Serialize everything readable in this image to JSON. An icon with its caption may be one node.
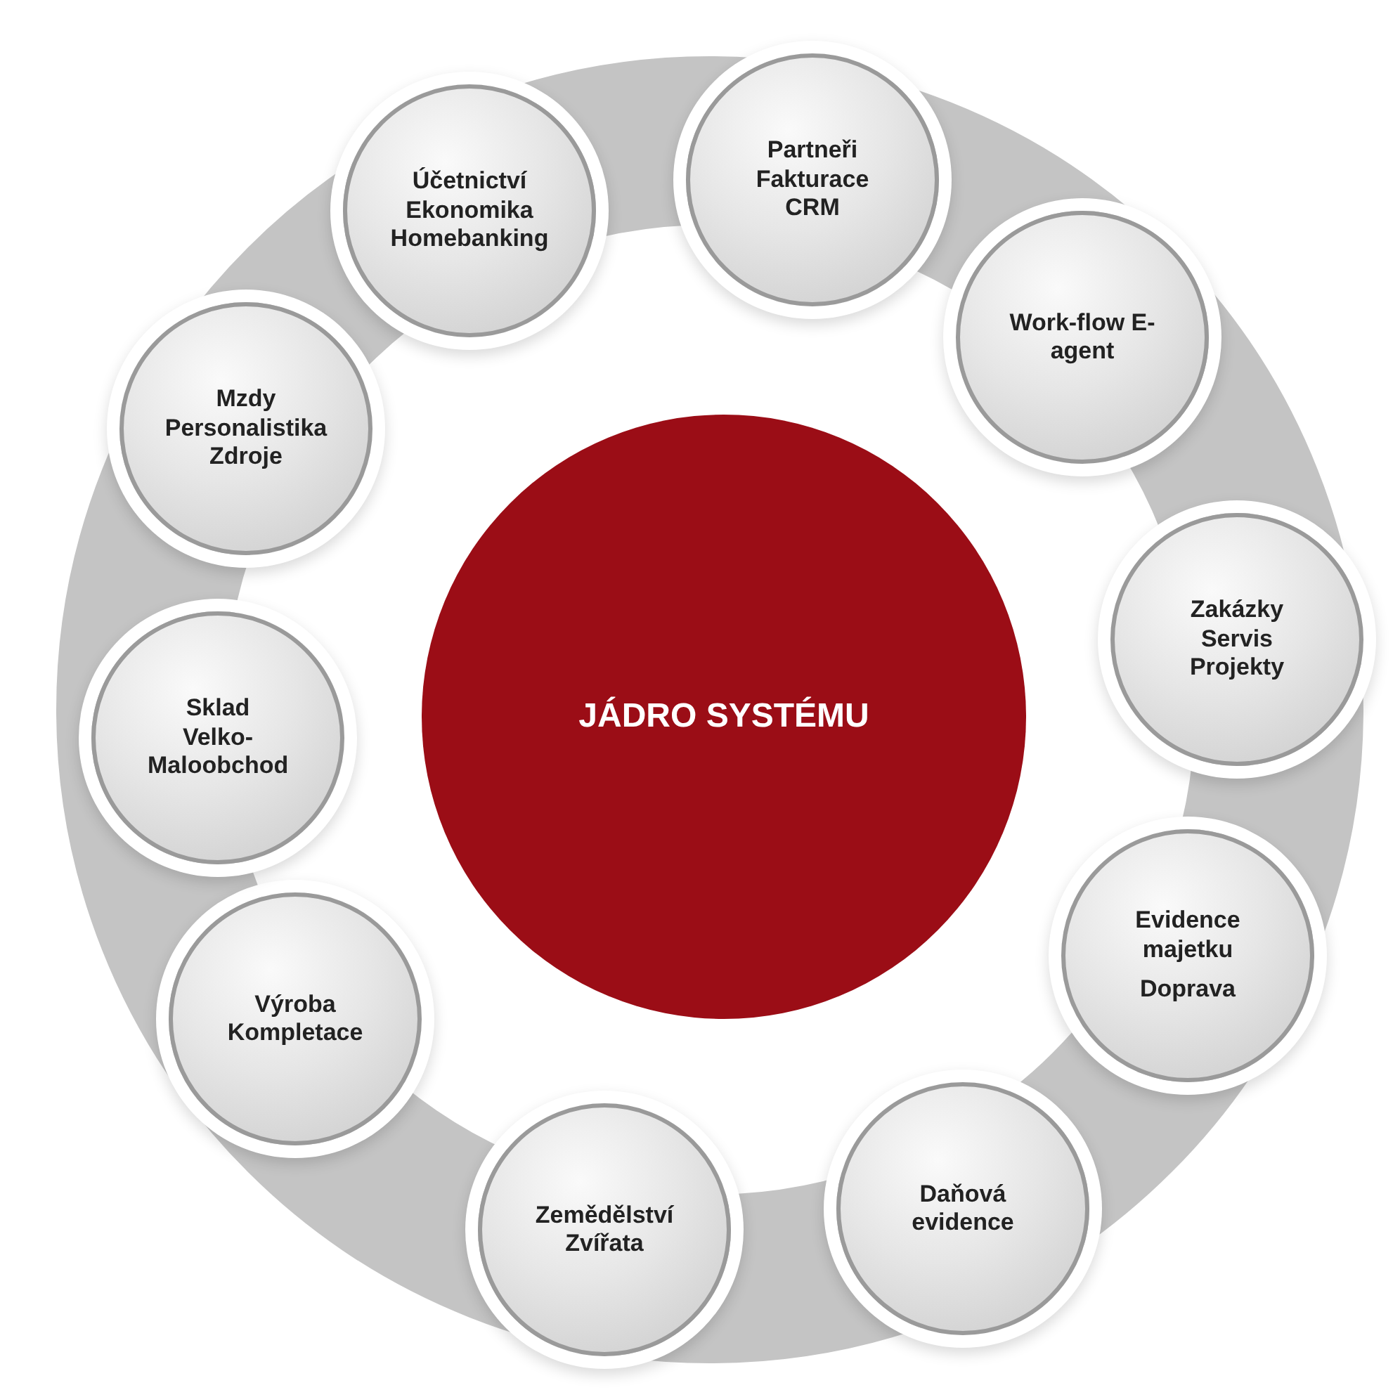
{
  "diagram": {
    "nodes": [
      {
        "text": [
          "JÁDRO SYSTÉMU"
        ]
      },
      {
        "text": [
          "Účetnictví Ekonomika Homebanking"
        ]
      },
      {
        "text": [
          "Partneři Fakturace CRM"
        ]
      },
      {
        "text": [
          "Work-flow E-agent"
        ]
      },
      {
        "text": [
          "Zakázky Servis Projekty"
        ]
      },
      {
        "text": [
          "Evidence majetku",
          "Doprava"
        ]
      },
      {
        "text": [
          "Daňová evidence"
        ]
      },
      {
        "text": [
          "Zemědělství Zvířata"
        ]
      },
      {
        "text": [
          "Výroba Kompletace"
        ]
      },
      {
        "text": [
          "Sklad Velko-Maloobchod"
        ]
      },
      {
        "text": [
          "Mzdy Personalistika Zdroje"
        ]
      }
    ]
  }
}
